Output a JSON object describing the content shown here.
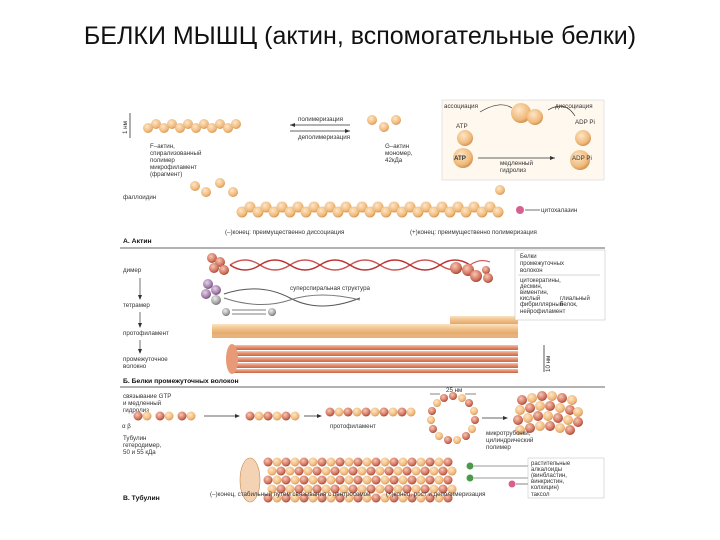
{
  "page": {
    "title": "БЕЛКИ МЫШЦ (актин, вспомогательные белки)"
  },
  "diagram": {
    "actin": {
      "polymerization": "полимеризация",
      "depolymerization": "деполимеризация",
      "f_actin": [
        "F–актин,",
        "спирализованный",
        "полимер",
        "микрофиламент",
        "(фрагмент)"
      ],
      "g_actin": [
        "G–актин",
        "мономер,",
        "42кДа"
      ],
      "phalloidin": "фаллоидин",
      "cytochalasin": "цитохалазин",
      "minus_end": "(–)конец: преимущественно диссоциация",
      "plus_end": "(+)конец: преимущественно полимеризация",
      "section": "А. Актин",
      "association": "ассоциация",
      "dissociation": "диссоциация",
      "atp": "ATP",
      "adp_pi": "ADP Pi",
      "slow_hydrolysis": [
        "медленный",
        "гидролиз"
      ],
      "scale": "1 нм"
    },
    "intermediate": {
      "dimer": "димер",
      "tetramer": "тетрамер",
      "protofilament": "протофиламент",
      "filament": [
        "промежуточное",
        "волокно"
      ],
      "supercoil": "суперспиральная структура",
      "proteins_title": [
        "Белки",
        "промежуточных",
        "волокон"
      ],
      "proteins_list": [
        "цитокератины,",
        "десмин,",
        "виментин,",
        "кислый",
        "фибриллярный",
        "глиальный",
        "белок,",
        "нейрофиламент"
      ],
      "section": "Б. Белки промежуточных волокон",
      "scale": "10 нм"
    },
    "tubulin": {
      "gtp_binding": [
        "связывание GTP",
        "и медленный",
        "гидролиз"
      ],
      "alpha_beta": "α  β",
      "tubulin": [
        "Тубулин",
        "гетеродимер,",
        "50 и 55 кДа"
      ],
      "protofilament": "протофиламент",
      "size": "25 нм",
      "microtubule": [
        "микротрубочки,",
        "цилиндрический",
        "полимер"
      ],
      "alkaloids": [
        "растительные",
        "алкалоиды",
        "(винбластин,",
        "винкристин,",
        "колхицин)"
      ],
      "taxol": "таксол",
      "minus_end": "(–)конец, стабильный путем связывания с центросомой",
      "plus_end": "(+)конец, рост и деполимеризация",
      "section": "В. Тубулин"
    }
  }
}
